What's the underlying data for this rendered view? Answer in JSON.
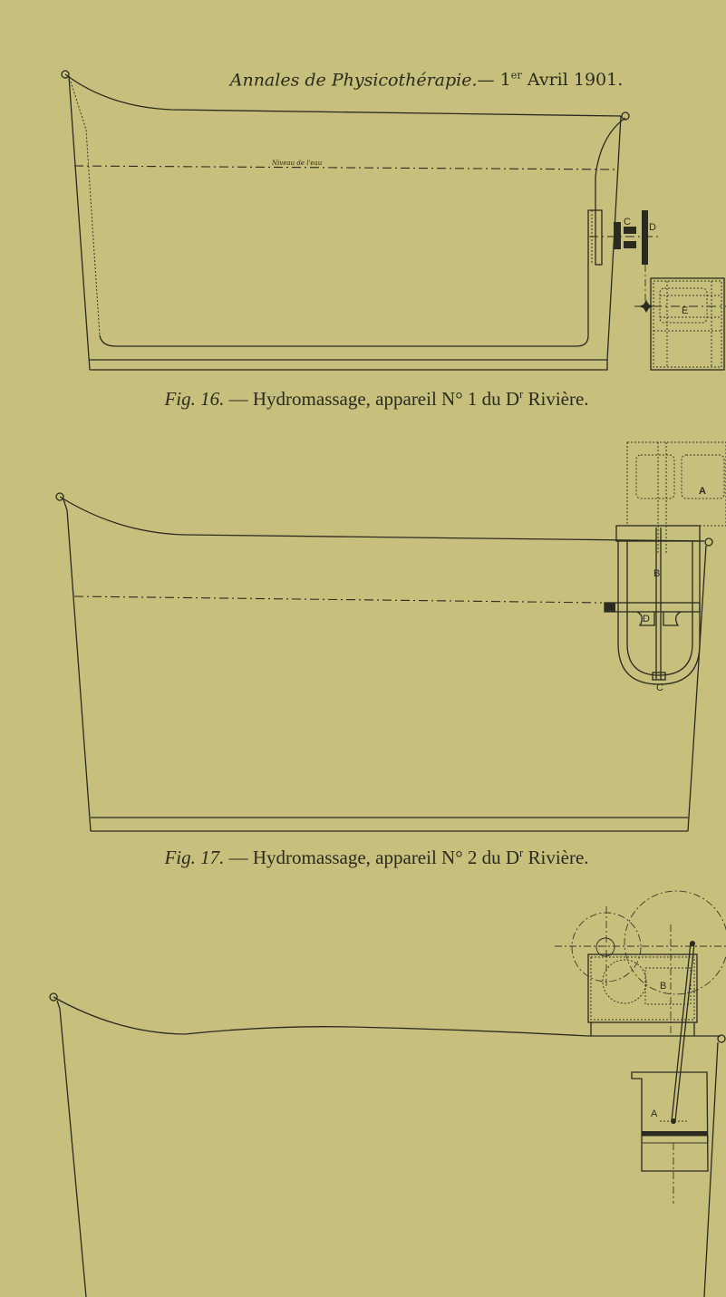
{
  "header": {
    "journal": "Annales de Physicothérapie.—",
    "date_prefix": "1",
    "date_sup": "er",
    "date_rest": "Avril 1901."
  },
  "figures": [
    {
      "fig_label": "Fig. 16.",
      "caption_text": "— Hydromassage, appareil N° 1 du D",
      "caption_sup": "r",
      "caption_end": " Rivière.",
      "labels": {
        "water_level": "Niveau de l'eau",
        "C": "C",
        "D": "D",
        "E": "E"
      }
    },
    {
      "fig_label": "Fig. 17.",
      "caption_text": "— Hydromassage, appareil N° 2 du D",
      "caption_sup": "r",
      "caption_end": " Rivière.",
      "labels": {
        "A": "A",
        "B": "B",
        "C": "C",
        "D": "D"
      }
    },
    {
      "labels": {
        "A": "A",
        "B": "B"
      }
    }
  ],
  "colors": {
    "paper": "#c6c07c",
    "ink": "#2b2a1e"
  }
}
